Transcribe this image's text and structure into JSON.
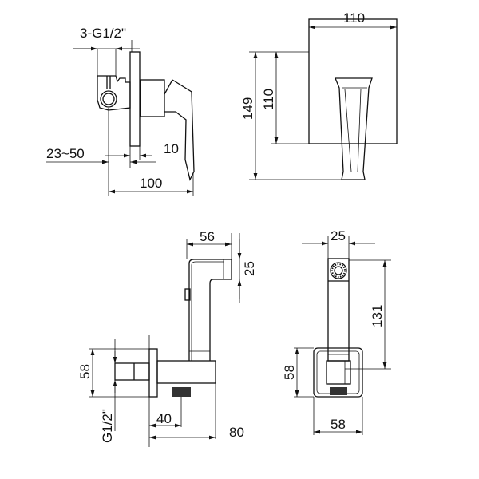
{
  "views": {
    "valve_side": {
      "thread_label": "3-G1/2\"",
      "wall_range": "23~50",
      "plate": "10",
      "depth": "100"
    },
    "valve_front": {
      "width": "110",
      "height_outer": "149",
      "height_plate": "110"
    },
    "bidet_side": {
      "head_length": "56",
      "head_height": "25",
      "plate_height": "58",
      "thread": "G1/2\"",
      "outlet_offset": "40",
      "depth": "80"
    },
    "bidet_front": {
      "head_width": "25",
      "holder_height": "131",
      "plate_height": "58",
      "plate_width": "58"
    }
  },
  "colors": {
    "line": "#111111",
    "background": "#ffffff"
  }
}
